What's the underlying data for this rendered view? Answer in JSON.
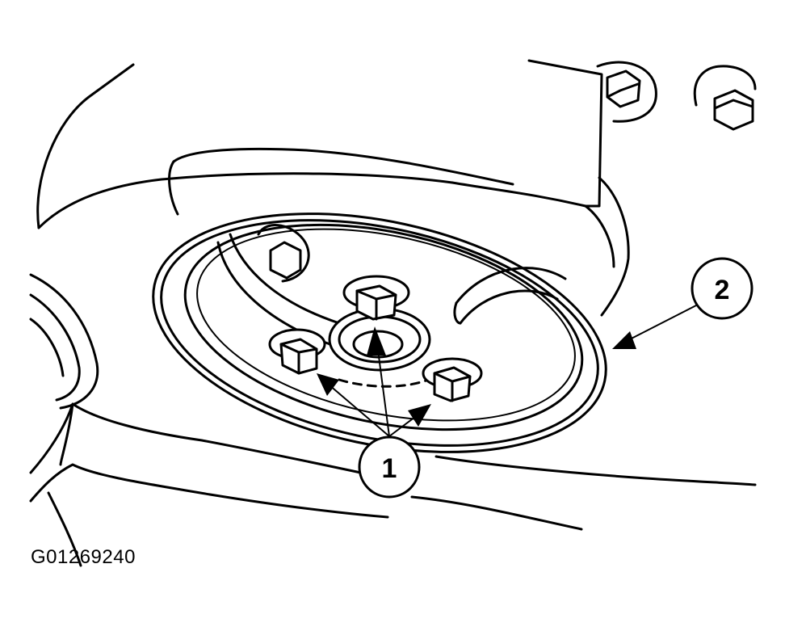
{
  "figure": {
    "id_label": "G01269240",
    "callouts": [
      {
        "number": "1"
      },
      {
        "number": "2"
      }
    ]
  }
}
